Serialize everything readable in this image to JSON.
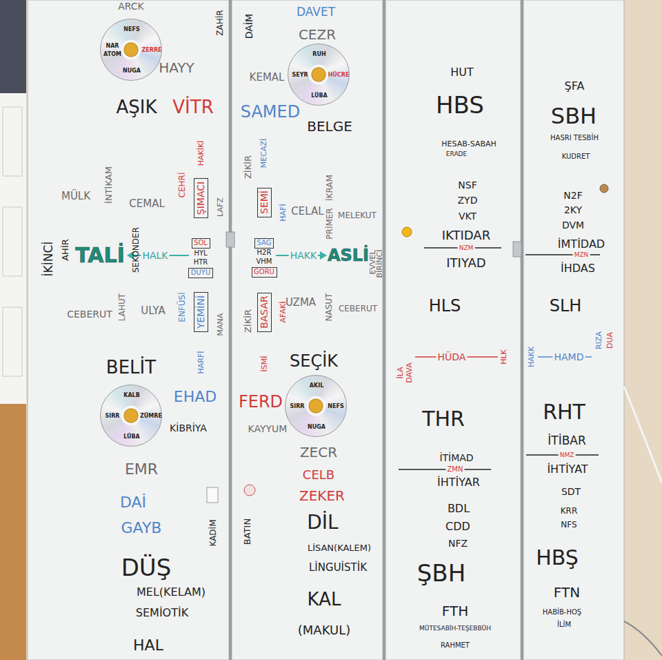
{
  "diagram": {
    "nodes": [
      {
        "text": [
          "NEFS",
          "NAR",
          "ATOM",
          "ZERRE",
          "NUGA"
        ]
      },
      {
        "text": [
          "ŞIMACI"
        ]
      },
      {
        "text": [
          "SOL"
        ]
      },
      {
        "text": [
          "DUYU"
        ]
      },
      {
        "text": [
          "YEMİNİ"
        ]
      },
      {
        "text": [
          "KALB",
          "SIRR",
          "ZÜMRE",
          "LÜBA"
        ]
      },
      {
        "text": [
          "RUH",
          "SEYR",
          "HÜCRE",
          "LÜBA"
        ]
      },
      {
        "text": [
          "SEMİ"
        ]
      },
      {
        "text": [
          "SAĞ"
        ]
      },
      {
        "text": [
          "GÖRÜ"
        ]
      },
      {
        "text": [
          "BASAR"
        ]
      },
      {
        "text": [
          "AKIL",
          "SIRR",
          "NEFS",
          "NUGA"
        ]
      }
    ],
    "labels": [
      "ARCK",
      "ZAHİR",
      "HAYY",
      "AŞIK",
      "VİTR",
      "HAKİKİ",
      "CEHRİ",
      "LAFZ",
      "MÜLK",
      "İNTİKAM",
      "CEMAL",
      "İKİNCİ",
      "AHİR",
      "TALİ",
      "SEKONDER",
      "HALK",
      "HYL",
      "HTR",
      "ENFÜSİ",
      "MANA",
      "CEBERUT",
      "LAHUT",
      "ULYA",
      "HARFİ",
      "BELİT",
      "EHAD",
      "KİBRİYA",
      "EMR",
      "DAİ",
      "GAYB",
      "DÜŞ",
      "MEL(KELAM)",
      "SEMİOTİK",
      "HAL",
      "KADİM",
      "DAİM",
      "DAVET",
      "CEZR",
      "KEMAL",
      "SAMED",
      "BELGE",
      "MECAZİ",
      "ZİKİR",
      "HAFİ",
      "CELAL",
      "İKRAM",
      "PRİMER",
      "MELEKUT",
      "EVVEL",
      "BİRİNCİ",
      "HAKK",
      "ASLİ",
      "H2R",
      "VHM",
      "AFAKİ",
      "ZİKİR",
      "UZMA",
      "NASUT",
      "CEBERUT",
      "İSMİ",
      "SEÇİK",
      "FERD",
      "KAYYUM",
      "ZECR",
      "CELB",
      "ZEKER",
      "DİL",
      "LİSAN(KALEM)",
      "LİNGUİSTİK",
      "KAL",
      "(MAKUL)",
      "BATIN",
      "HUT",
      "HBS",
      "HESAB-SABAH",
      "ERADE",
      "NSF",
      "ZYD",
      "VKT",
      "IKTIDAR",
      "NZM",
      "ITIYAD",
      "HLS",
      "İLA",
      "DAVA",
      "HÜDA",
      "HLK",
      "THR",
      "İTİMAD",
      "ZMN",
      "İHTİYAR",
      "BDL",
      "CDD",
      "NFZ",
      "ŞBH",
      "FTH",
      "MÜTESABİH-TEŞEBBÜH",
      "RAHMET",
      "ŞFA",
      "SBH",
      "HASRI TESBİH",
      "KUDRET",
      "N2F",
      "2KY",
      "DVM",
      "İMTİDAD",
      "MZN",
      "İHDAS",
      "SLH",
      "HAKK",
      "HAMD",
      "RIZA",
      "DUA",
      "RHT",
      "İTİBAR",
      "NMZ",
      "İHTİYAT",
      "SDT",
      "KRR",
      "NFS",
      "HBŞ",
      "FTN",
      "HABİB-HOŞ",
      "İLİM"
    ]
  }
}
